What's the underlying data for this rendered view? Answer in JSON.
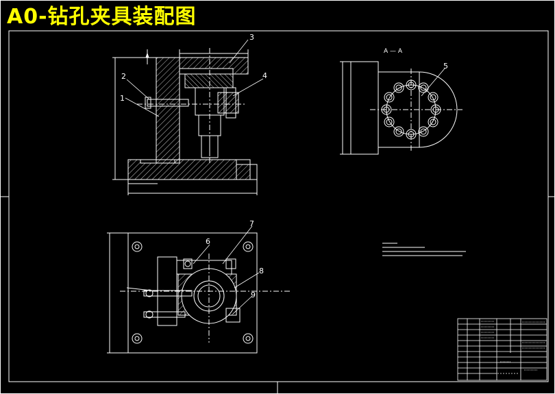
{
  "title": "A0-钻孔夹具装配图",
  "section_label": "A — A",
  "balloons": [
    "1",
    "2",
    "3",
    "4",
    "5",
    "6",
    "7",
    "8",
    "9"
  ],
  "colors": {
    "background": "#000000",
    "line": "#ffffff",
    "title": "#ffff00",
    "hatch": "#ffffff",
    "balloon": "#ffffff"
  }
}
